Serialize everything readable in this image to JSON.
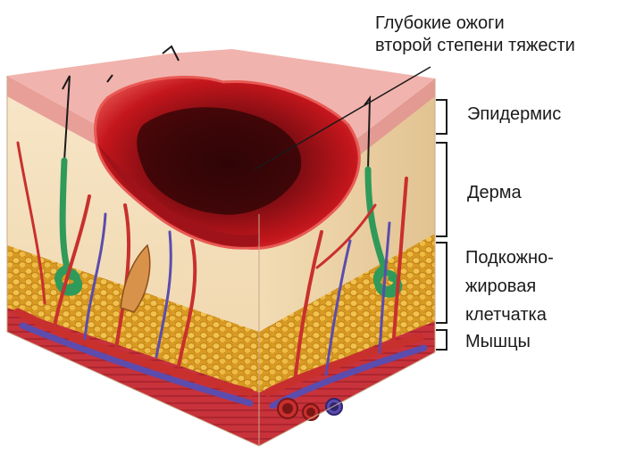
{
  "title": {
    "line1": "Глубокие ожоги",
    "line2": "второй степени тяжести"
  },
  "labels": {
    "epidermis": "Эпидермис",
    "dermis": "Дерма",
    "subcutis_line1": "Подкожно-",
    "subcutis_line2": "жировая",
    "subcutis_line3": "клетчатка",
    "muscles": "Мышцы"
  },
  "colors": {
    "burn": "#8b0f14",
    "epidermis": "#e9a4a0",
    "dermis": "#f3e2c2",
    "fat": "#e8b23c",
    "muscle": "#c8333a",
    "artery": "#c8302e",
    "vein": "#5b4cae",
    "gland": "#2f9a5a"
  }
}
